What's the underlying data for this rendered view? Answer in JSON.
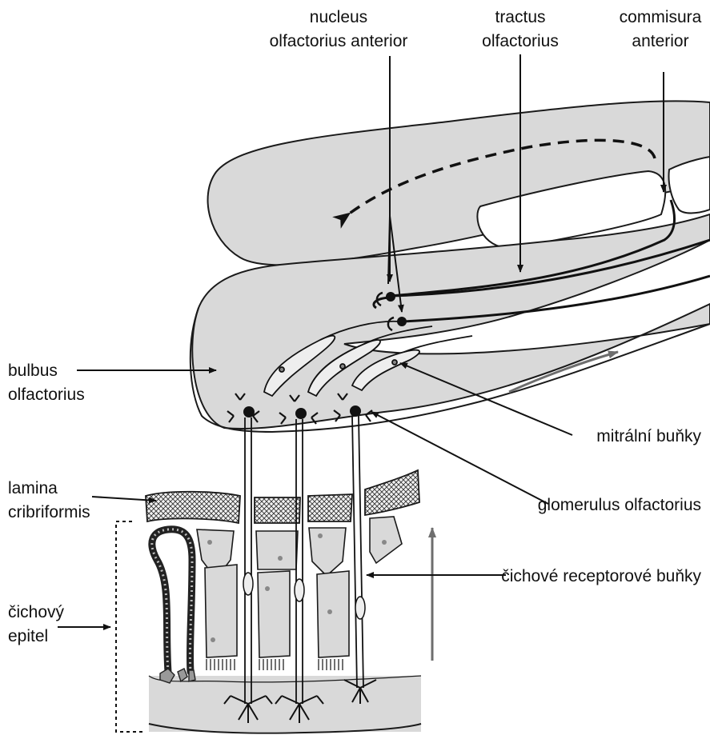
{
  "labels": {
    "nucleus_line1": "nucleus",
    "nucleus_line2": "olfactorius anterior",
    "tractus_line1": "tractus",
    "tractus_line2": "olfactorius",
    "commisura_line1": "commisura",
    "commisura_line2": "anterior",
    "bulbus_line1": "bulbus",
    "bulbus_line2": "olfactorius",
    "mitral": "mitrální buňky",
    "glomerulus": "glomerulus olfactorius",
    "lamina_line1": "lamina",
    "lamina_line2": "cribriformis",
    "receptor": "čichové receptorové buňky",
    "epitel_line1": "čichový",
    "epitel_line2": "epitel"
  },
  "colors": {
    "tissue": "#d9d9d9",
    "outline": "#1a1a1a",
    "flow_arrow": "#6e6e6e"
  }
}
